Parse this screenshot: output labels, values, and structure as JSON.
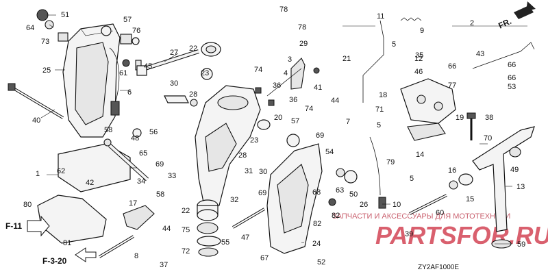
{
  "diagram": {
    "code": "ZY2AF1000E",
    "direction_label": "FR.",
    "references": [
      "F-11",
      "F-3-20"
    ],
    "watermark": {
      "line1": "ЗАПЧАСТИ И АКСЕССУАРЫ ДЛЯ МОТОТЕХНИКИ",
      "line2": "PARTSFOR.RU"
    },
    "callouts": [
      "51",
      "64",
      "73",
      "57",
      "76",
      "25",
      "61",
      "45",
      "6",
      "40",
      "78",
      "78",
      "29",
      "22",
      "27",
      "23",
      "30",
      "28",
      "74",
      "36",
      "36",
      "74",
      "3",
      "4",
      "41",
      "11",
      "9",
      "5",
      "21",
      "12",
      "35",
      "46",
      "2",
      "43",
      "66",
      "66",
      "66",
      "77",
      "53",
      "44",
      "18",
      "71",
      "7",
      "5",
      "19",
      "38",
      "20",
      "58",
      "56",
      "65",
      "69",
      "33",
      "1",
      "62",
      "42",
      "34",
      "58",
      "48",
      "70",
      "57",
      "69",
      "54",
      "23",
      "31",
      "28",
      "30",
      "14",
      "79",
      "5",
      "49",
      "16",
      "13",
      "15",
      "80",
      "17",
      "44",
      "81",
      "8",
      "37",
      "22",
      "75",
      "55",
      "72",
      "47",
      "32",
      "69",
      "68",
      "63",
      "50",
      "26",
      "10",
      "82",
      "24",
      "67",
      "52",
      "60",
      "39",
      "59",
      "82"
    ]
  }
}
